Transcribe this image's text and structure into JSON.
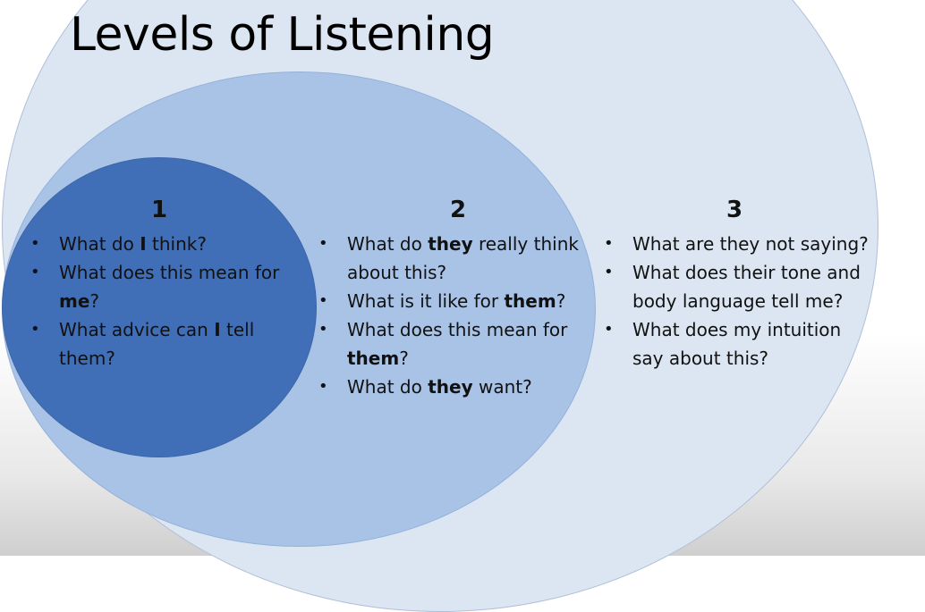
{
  "title": "Levels of Listening",
  "levels": [
    {
      "number": "1",
      "bullets": [
        [
          "What do ",
          "I",
          " think?"
        ],
        [
          "What does this mean for ",
          "me",
          "?"
        ],
        [
          "What advice can ",
          "I",
          " tell them?"
        ]
      ]
    },
    {
      "number": "2",
      "bullets": [
        [
          "What do ",
          "they",
          " really think about this?"
        ],
        [
          "What is it like for ",
          "them",
          "?"
        ],
        [
          "What does this mean for ",
          "them",
          "?"
        ],
        [
          "What do ",
          "they",
          " want?"
        ]
      ]
    },
    {
      "number": "3",
      "bullets": [
        [
          "What are they not saying?"
        ],
        [
          "What does their tone and body language tell me?"
        ],
        [
          "What does my intuition say about this?"
        ]
      ]
    }
  ],
  "colors": {
    "outer_circle": "#dce6f2",
    "middle_circle": "#a8c3e6",
    "inner_circle": "#416fb7"
  }
}
